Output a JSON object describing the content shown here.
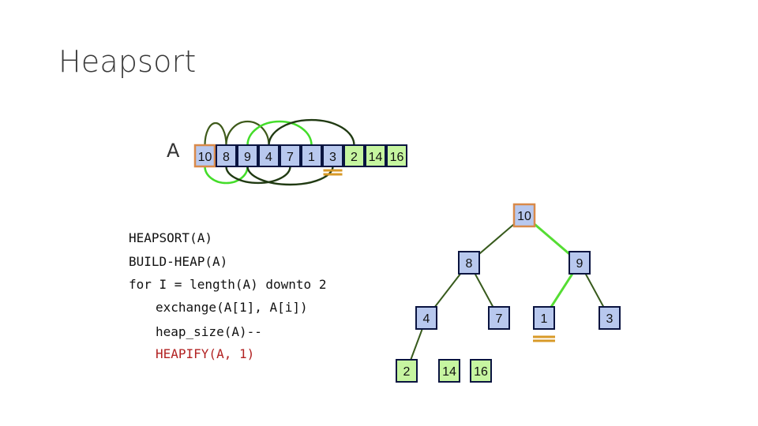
{
  "title": "Heapsort",
  "array_label": "A",
  "array": [
    {
      "value": "10",
      "state": "heap-root"
    },
    {
      "value": "8",
      "state": "heap"
    },
    {
      "value": "9",
      "state": "heap"
    },
    {
      "value": "4",
      "state": "heap"
    },
    {
      "value": "7",
      "state": "heap"
    },
    {
      "value": "1",
      "state": "heap"
    },
    {
      "value": "3",
      "state": "heap"
    },
    {
      "value": "2",
      "state": "sorted"
    },
    {
      "value": "14",
      "state": "sorted"
    },
    {
      "value": "16",
      "state": "sorted"
    }
  ],
  "code": {
    "line1": "HEAPSORT(A)",
    "line2": "BUILD-HEAP(A)",
    "line3": "for I = length(A) downto 2",
    "line4": "exchange(A[1], A[i])",
    "line5": "heap_size(A)--",
    "line6": "HEAPIFY(A, 1)"
  },
  "tree": [
    {
      "value": "10",
      "state": "heap-root"
    },
    {
      "value": "8",
      "state": "heap"
    },
    {
      "value": "9",
      "state": "heap"
    },
    {
      "value": "4",
      "state": "heap"
    },
    {
      "value": "7",
      "state": "heap"
    },
    {
      "value": "1",
      "state": "heap"
    },
    {
      "value": "3",
      "state": "heap"
    },
    {
      "value": "2",
      "state": "sorted"
    },
    {
      "value": "14",
      "state": "sorted"
    },
    {
      "value": "16",
      "state": "sorted"
    }
  ],
  "colors": {
    "heap_fill": "#b8c8ee",
    "sorted_fill": "#c6f5a0",
    "box_stroke": "#0a1440",
    "root_stroke": "#d98a4a",
    "arc_dark": "#3e5a1a",
    "arc_darker": "#203a12",
    "arc_bright": "#44dd2a",
    "tree_edge_dark": "#375a1c",
    "tree_edge_bright": "#55dd33",
    "marker": "#d89a28",
    "code_red": "#b22222"
  }
}
